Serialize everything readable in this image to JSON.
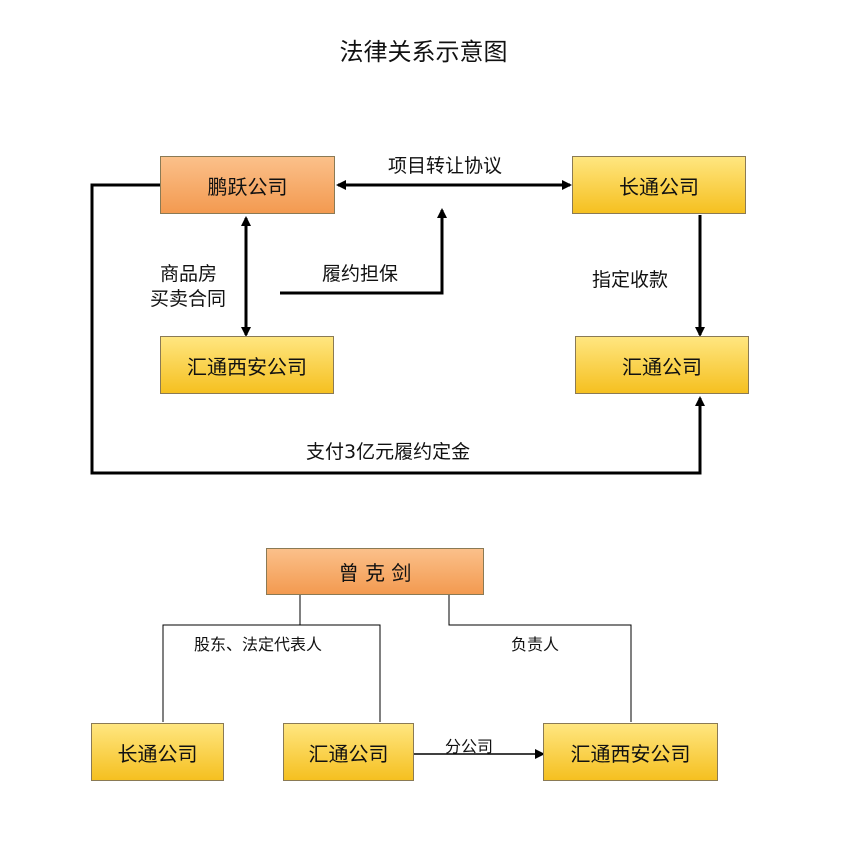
{
  "title": "法律关系示意图",
  "top": {
    "pengyue": "鹏跃公司",
    "changtong": "长通公司",
    "huitong_xian": "汇通西安公司",
    "huitong": "汇通公司",
    "transfer_agreement": "项目转让协议",
    "performance_guarantee": "履约担保",
    "sales_contract_line1": "商品房",
    "sales_contract_line2": "买卖合同",
    "designated_collection": "指定收款",
    "deposit": "支付3亿元履约定金"
  },
  "bottom": {
    "zeng": "曾 克 剑",
    "changtong": "长通公司",
    "huitong": "汇通公司",
    "huitong_xian": "汇通西安公司",
    "shareholder_rep": "股东、法定代表人",
    "responsible_person": "负责人",
    "branch": "分公司"
  }
}
